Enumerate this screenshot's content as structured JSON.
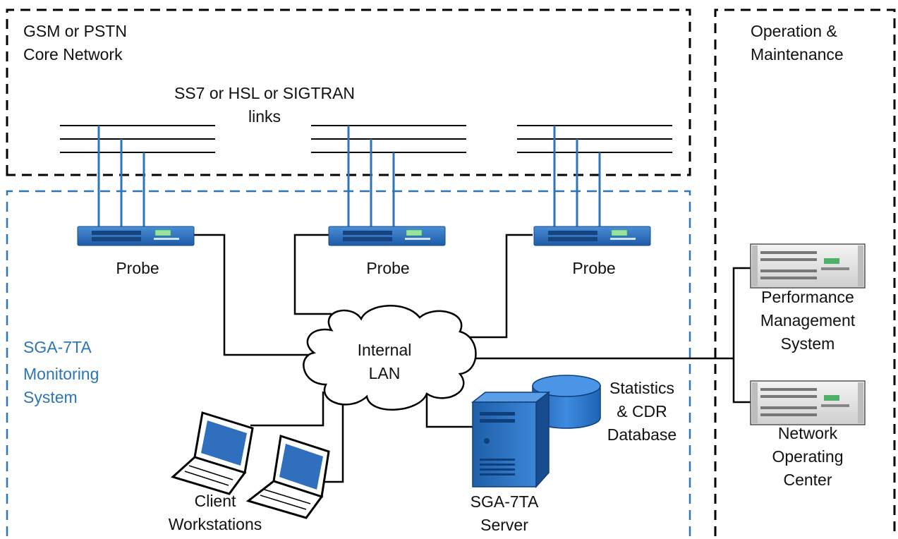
{
  "regions": {
    "core_title_line1": "GSM or PSTN",
    "core_title_line2": "Core Network",
    "om_title_line1": "Operation &",
    "om_title_line2": "Maintenance",
    "monitoring_name": "SGA-7TA",
    "monitoring_line1": "Monitoring",
    "monitoring_line2": "System"
  },
  "links": {
    "line1": "SS7 or HSL or SIGTRAN",
    "line2": "links"
  },
  "probes": [
    {
      "label": "Probe"
    },
    {
      "label": "Probe"
    },
    {
      "label": "Probe"
    }
  ],
  "lan": {
    "line1": "Internal",
    "line2": "LAN"
  },
  "database": {
    "line1": "Statistics",
    "line2": "& CDR",
    "line3": "Database"
  },
  "server": {
    "line1": "SGA-7TA",
    "line2": "Server"
  },
  "clients": {
    "line1": "Client",
    "line2": "Workstations"
  },
  "pms": {
    "line1": "Performance",
    "line2": "Management",
    "line3": "System"
  },
  "noc": {
    "line1": "Network",
    "line2": "Operating",
    "line3": "Center"
  },
  "colors": {
    "accent_blue": "#2e75b6",
    "device_blue": "#2f6fbd",
    "line": "#000000",
    "server_gray": "#e8e8e8"
  }
}
